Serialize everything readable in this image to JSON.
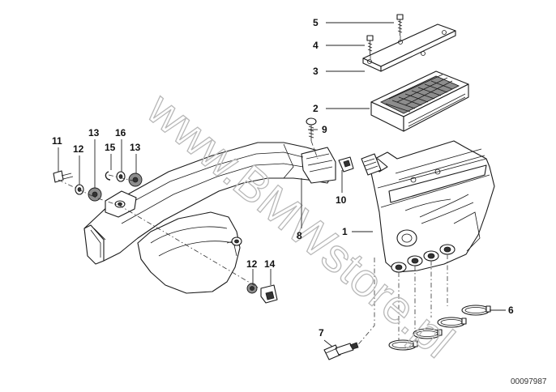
{
  "watermark": "www.BMWstore.pl",
  "reference_number": "00097987",
  "callouts": {
    "c1": "1",
    "c2": "2",
    "c3": "3",
    "c4": "4",
    "c5": "5",
    "c6": "6",
    "c7": "7",
    "c8": "8",
    "c9": "9",
    "c10": "10",
    "c11": "11",
    "c12a": "12",
    "c12b": "12",
    "c13a": "13",
    "c13b": "13",
    "c14": "14",
    "c15": "15",
    "c16": "16"
  }
}
